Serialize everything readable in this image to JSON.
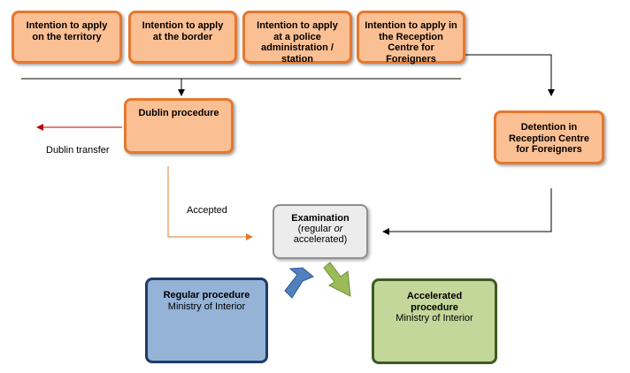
{
  "boxes": {
    "territory": "Intention to apply on the territory",
    "border": "Intention to apply at the border",
    "police": "Intention to apply at a police administration / station",
    "reception": "Intention to apply in the Reception Centre for Foreigners",
    "dublin": "Dublin procedure",
    "detention": "Detention in Reception Centre for Foreigners",
    "examination": {
      "title": "Examination",
      "line2a": "(regular ",
      "line2b": "or",
      "line3": "accelerated)"
    },
    "regular": {
      "title": "Regular procedure",
      "subtitle": "Ministry of Interior"
    },
    "accelerated": {
      "title": "Accelerated procedure",
      "subtitle": "Ministry of Interior"
    }
  },
  "labels": {
    "dublin_transfer": "Dublin transfer",
    "accepted": "Accepted"
  },
  "colors": {
    "orange_fill": "#fbbf94",
    "orange_border": "#e5782d",
    "blue_fill": "#95b3d7",
    "green_fill": "#c4d79b",
    "red_arrow": "#c00000",
    "orange_arrow": "#e5782d"
  }
}
